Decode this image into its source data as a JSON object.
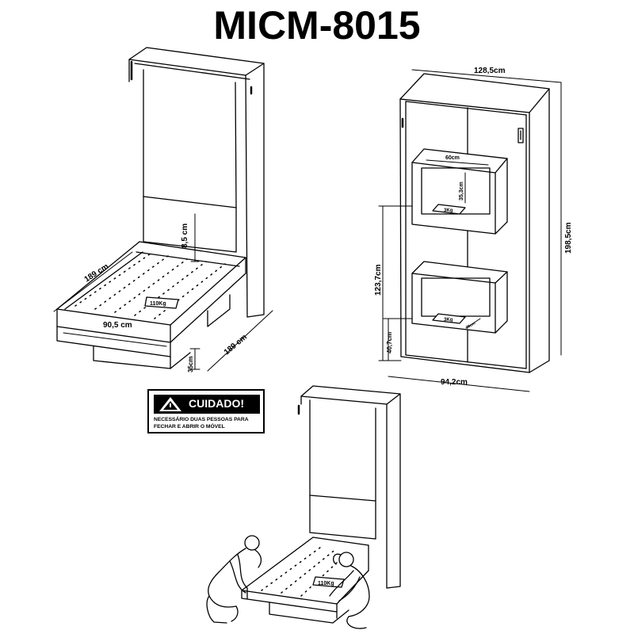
{
  "title": "MICM-8015",
  "left_view": {
    "height_label": "8,5 cm",
    "length_label": "189 cm",
    "width_label": "90,5 cm",
    "depth_label": "189 cm",
    "leg_label": "35cm",
    "load_label": "110Kg"
  },
  "right_view": {
    "top_label": "128,5cm",
    "height_label": "198,5cm",
    "bottom_label": "94,2cm",
    "shelf_width_label": "60cm",
    "shelf_height_label": "35,3cm",
    "upper_shelf_load": "3Kg",
    "lower_shelf_load": "3Kg",
    "lower_shelf_depth": "28cm",
    "mid_height_label": "123,7cm",
    "low_height_label": "40,7cm"
  },
  "warning": {
    "heading": "CUIDADO!",
    "line1": "NECESSÁRIO DUAS PESSOAS PARA",
    "line2": "FECHAR E ABRIR O MÓVEL"
  },
  "bottom_view": {
    "load_label": "110Kg"
  }
}
